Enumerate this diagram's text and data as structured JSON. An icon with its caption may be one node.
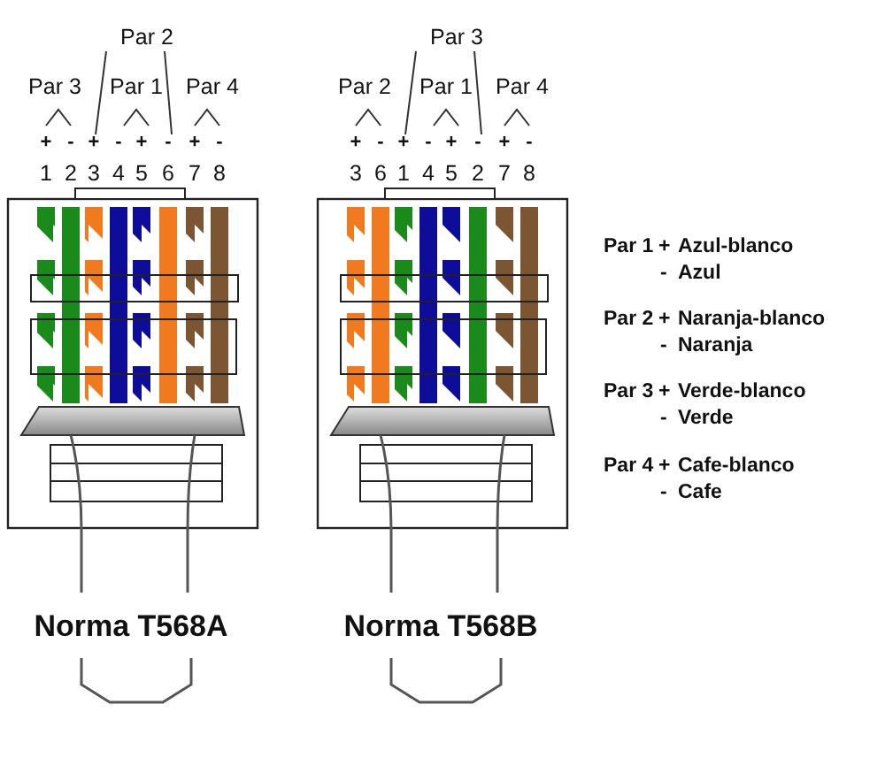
{
  "diagram": {
    "labels": [
      "Par 2",
      "Par 3",
      "Par 1",
      "Par 4",
      "+",
      "-",
      "+",
      "-",
      "+",
      "-",
      "+",
      "-",
      "1",
      "2",
      "3",
      "4",
      "5",
      "6",
      "7",
      "8",
      "Norma T568A",
      "Par 3",
      "Par 2",
      "Par 1",
      "Par 4",
      "+",
      "-",
      "+",
      "-",
      "+",
      "-",
      "+",
      "-",
      "3",
      "6",
      "1",
      "4",
      "5",
      "2",
      "7",
      "8",
      "Norma T568B",
      "Par 1",
      "+",
      "Azul-blanco",
      "-",
      "Azul",
      "Par 2",
      "+",
      "Naranja-blanco",
      "-",
      "Naranja",
      "Par 3",
      "+",
      "Verde-blanco",
      "-",
      "Verde",
      "Par 4",
      "+",
      "Cafe-blanco",
      "-",
      "Cafe"
    ]
  }
}
